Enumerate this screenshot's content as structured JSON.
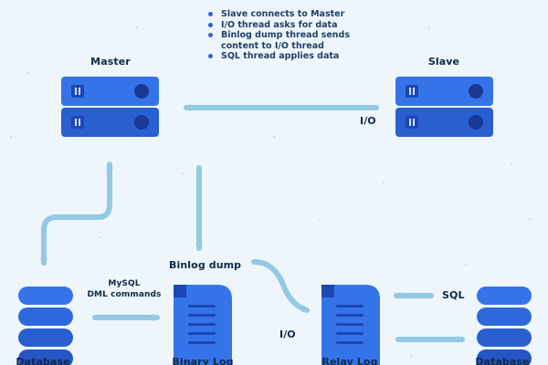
{
  "notes": [
    "Slave connects to Master",
    "I/O thread asks for data",
    "Binlog dump thread sends content to I/O thread",
    "SQL thread applies data"
  ],
  "nodes": {
    "master": "Master",
    "slave": "Slave",
    "database_left": "Database",
    "database_right": "Database",
    "binary_log": "Binary Log",
    "relay_log": "Relay Log"
  },
  "labels": {
    "io_top": "I/O",
    "binlog_dump": "Binlog dump",
    "mysql_dml_line1": "MySQL",
    "mysql_dml_line2": "DML commands",
    "io_bottom": "I/O",
    "sql": "SQL"
  },
  "colors": {
    "server_dark": "#1d47b3",
    "server_light": "#3574e8",
    "arrow": "#93c9e4",
    "text": "#10284a",
    "bullet": "#2f62d8"
  }
}
